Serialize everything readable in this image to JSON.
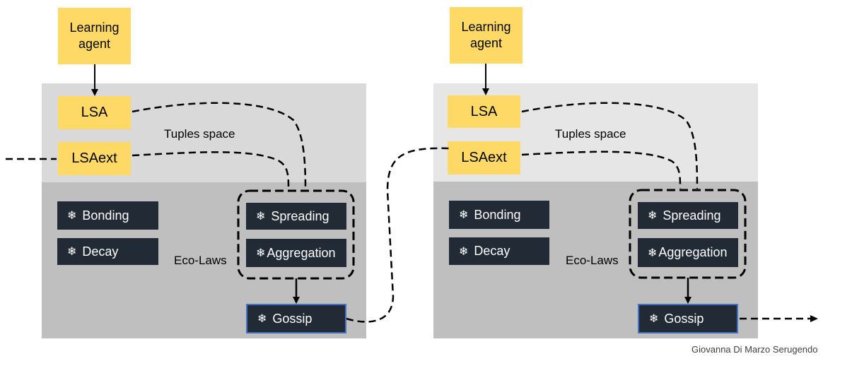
{
  "nodes": [
    {
      "agent_label": "Learning agent",
      "lsa_label": "LSA",
      "lsaext_label": "LSAext",
      "tuples_space_label": "Tuples space",
      "eco_laws_label": "Eco-Laws",
      "laws": {
        "bonding": "Bonding",
        "decay": "Decay",
        "spreading": "Spreading",
        "aggregation": "Aggregation",
        "gossip": "Gossip"
      },
      "law_icon": "❄"
    },
    {
      "agent_label": "Learning agent",
      "lsa_label": "LSA",
      "lsaext_label": "LSAext",
      "tuples_space_label": "Tuples space",
      "eco_laws_label": "Eco-Laws",
      "laws": {
        "bonding": "Bonding",
        "decay": "Decay",
        "spreading": "Spreading",
        "aggregation": "Aggregation",
        "gossip": "Gossip"
      },
      "law_icon": "❄"
    }
  ],
  "credit": "Giovanna Di Marzo Serugendo",
  "colors": {
    "agent_box": "#ffd966",
    "law_box": "#222a35",
    "gossip_border": "#4472c4",
    "tuple_space_bg_left": "#d9d9d9",
    "tuple_space_bg_right": "#e6e6e6",
    "laws_bg": "#bfbfbf"
  }
}
